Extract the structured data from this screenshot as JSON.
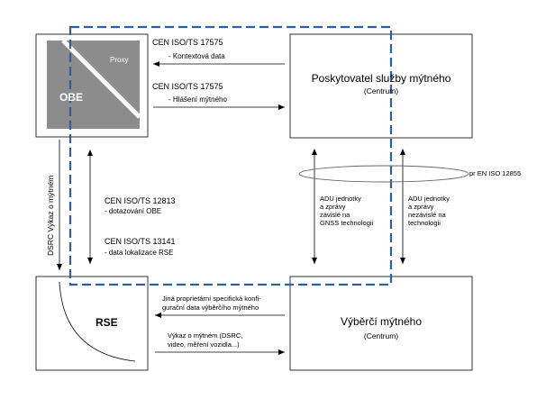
{
  "obe": {
    "label": "OBE",
    "proxy_label": "Proxy"
  },
  "rse": {
    "label": "RSE"
  },
  "provider": {
    "title": "Poskytovatel služby mýtného",
    "subtitle": "(Centrum)"
  },
  "collector": {
    "title": "Výběrčí mýtného",
    "subtitle": "(Centrum)"
  },
  "arrows": {
    "context_std": "CEN ISO/TS 17575",
    "context_label": "- Kontextová data",
    "report_std": "CEN ISO/TS 17575",
    "report_label": "- Hlášení mýtného",
    "query_std": "CEN ISO/TS 12813",
    "query_label": "- dotazování OBE",
    "loc_std": "CEN ISO/TS 13141",
    "loc_label": "- data lokalizace RSE",
    "dsrc_label": "DSRC Výkaz o mýtném",
    "config_line1": "Jiná proprietární specifická konfi-",
    "config_line2": "gurační data výběrčího mýtného",
    "report2_line1": "Výkaz o mýtném (DSRC,",
    "report2_line2": "video, měření vozidla...)",
    "adu1_line1": "ADU jednotky",
    "adu1_line2": "a zprávy",
    "adu1_line3": "závislé na",
    "adu1_line4": "GNSS technologii",
    "adu2_line1": "ADU jednotky",
    "adu2_line2": "a zprávy",
    "adu2_line3": "nezávislé na",
    "adu2_line4": "technologii",
    "pren_label": "pr EN ISO 12855"
  },
  "colors": {
    "dashed_border": "#2f5f9a",
    "obe_fill": "#8c8c8c",
    "ellipse": "#666666"
  }
}
